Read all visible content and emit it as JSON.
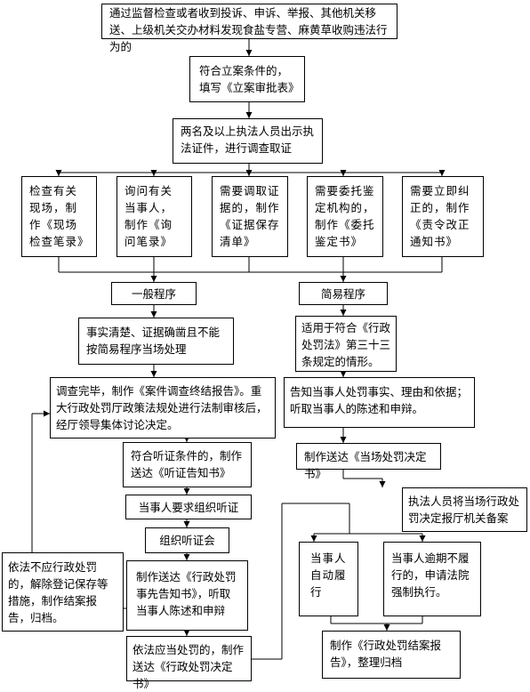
{
  "title": "",
  "nodes": {
    "start": "通过监督检查或者收到投诉、申诉、举报、其他机关移送、上级机关交办材料发现食盐专营、麻黄草收购违法行为的",
    "file_case": "符合立案条件的，填写《立案审批表》",
    "investigate": "两名及以上执法人员出示执法证件，进行调查取证",
    "inspect_site": "检查有关现场，制作《现场检查笔录》",
    "inquire": "询问有关当事人，制作《询问笔录》",
    "preserve_evidence": "需要调取证据的，制作《证据保存清单》",
    "entrust": "需要委托鉴定机构的，制作《委托鉴定书》",
    "rectify": "需要立即纠正的，制作《责令改正通知书》",
    "general": "一般程序",
    "simple": "简易程序",
    "general_cond": "事实清楚、证据确凿且不能按简易程序当场处理",
    "simple_cond": "适用于符合《行政处罚法》第三十三条规定的情形。",
    "conclude": "调查完毕，制作《案件调查终结报告》。重大行政处罚厅政策法规处进行法制审核后，经厅领导集体讨论决定。",
    "inform": "告知当事人处罚事实、理由和依据；听取当事人的陈述和申辩。",
    "hearing_notice": "符合听证条件的，制作送达《听证告知书》",
    "onsite_decision": "制作送达《当场处罚决定书》",
    "request_hearing": "当事人要求组织听证",
    "file_record": "执法人员将当场行政处罚决定报厅机关备案",
    "hold_hearing": "组织听证会",
    "no_penalty": "依法不应行政处罚的，解除登记保存等措施，制作结案报告，归档。",
    "prior_notice": "制作送达《行政处罚事先告知书》，听取当事人陈述和申辩",
    "voluntary": "当事人自动履行",
    "enforce": "当事人逾期不履行的，申请法院强制执行。",
    "decision": "依法应当处罚的，制作送达《行政处罚决定书》",
    "close_report": "制作《行政处罚结案报告》，整理归档"
  }
}
